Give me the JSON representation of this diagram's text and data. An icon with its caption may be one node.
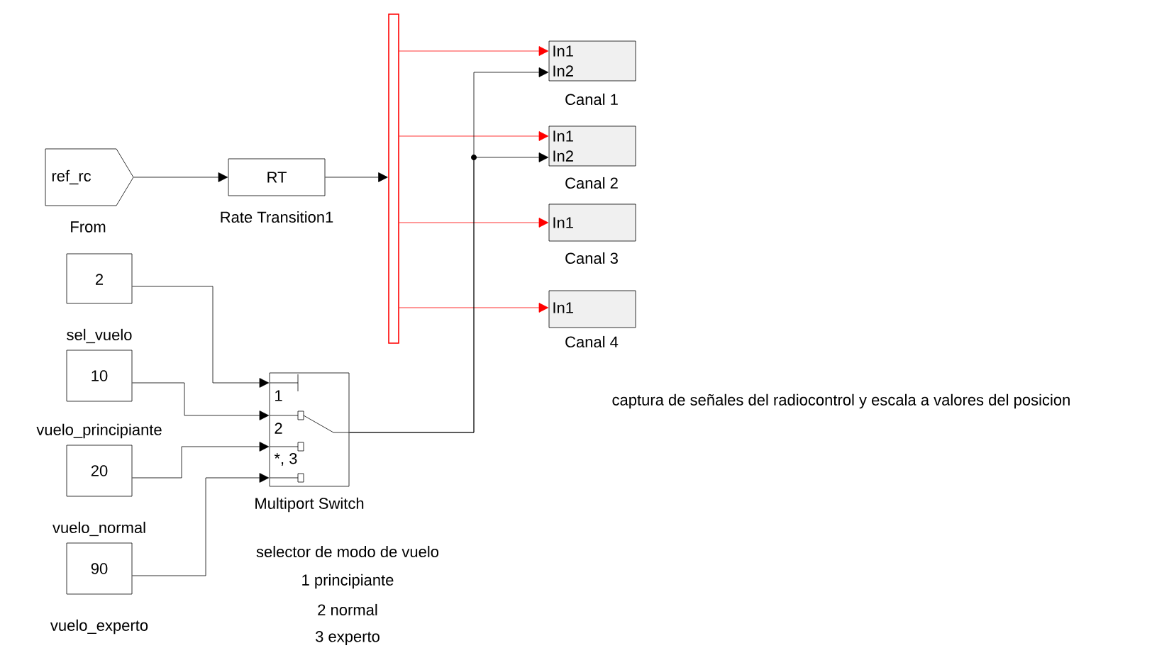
{
  "diagram": {
    "nodes": [
      {
        "text": [
          "ref_rc",
          "From"
        ]
      },
      {
        "text": [
          "RT",
          "Rate Transition1"
        ]
      },
      {
        "text": [],
        "shape": "bar"
      },
      {
        "text": [
          "In1",
          "In2",
          "Canal 1"
        ]
      },
      {
        "text": [
          "In1",
          "In2",
          "Canal 2"
        ]
      },
      {
        "text": [
          "In1",
          "Canal 3"
        ]
      },
      {
        "text": [
          "In1",
          "Canal 4"
        ]
      },
      {
        "text": [
          "2",
          "sel_vuelo"
        ]
      },
      {
        "text": [
          "10",
          "vuelo_principiante"
        ]
      },
      {
        "text": [
          "20",
          "vuelo_normal"
        ]
      },
      {
        "text": [
          "90",
          "vuelo_experto"
        ]
      },
      {
        "text": [
          "1",
          "2",
          "*, 3",
          "Multiport Switch"
        ]
      }
    ],
    "edges": [
      {
        "from": 0,
        "to": 1,
        "arrow": "to"
      },
      {
        "from": 1,
        "to": 2,
        "arrow": "to"
      },
      {
        "from": 2,
        "to": 3,
        "arrow": "to",
        "color": "#ff0000"
      },
      {
        "from": 2,
        "to": 4,
        "arrow": "to",
        "color": "#ff0000"
      },
      {
        "from": 2,
        "to": 5,
        "arrow": "to",
        "color": "#ff0000"
      },
      {
        "from": 2,
        "to": 6,
        "arrow": "to",
        "color": "#ff0000"
      },
      {
        "from": 11,
        "to": 3,
        "arrow": "to"
      },
      {
        "from": 11,
        "to": 4,
        "arrow": "to"
      },
      {
        "from": 7,
        "to": 11,
        "arrow": "to"
      },
      {
        "from": 8,
        "to": 11,
        "arrow": "to"
      },
      {
        "from": 9,
        "to": 11,
        "arrow": "to"
      },
      {
        "from": 10,
        "to": 11,
        "arrow": "to"
      }
    ],
    "labels": [
      "captura de señales del radiocontrol y escala a valores del posicion",
      "selector de modo de vuelo",
      "1 principiante",
      "2 normal",
      "3 experto"
    ]
  }
}
